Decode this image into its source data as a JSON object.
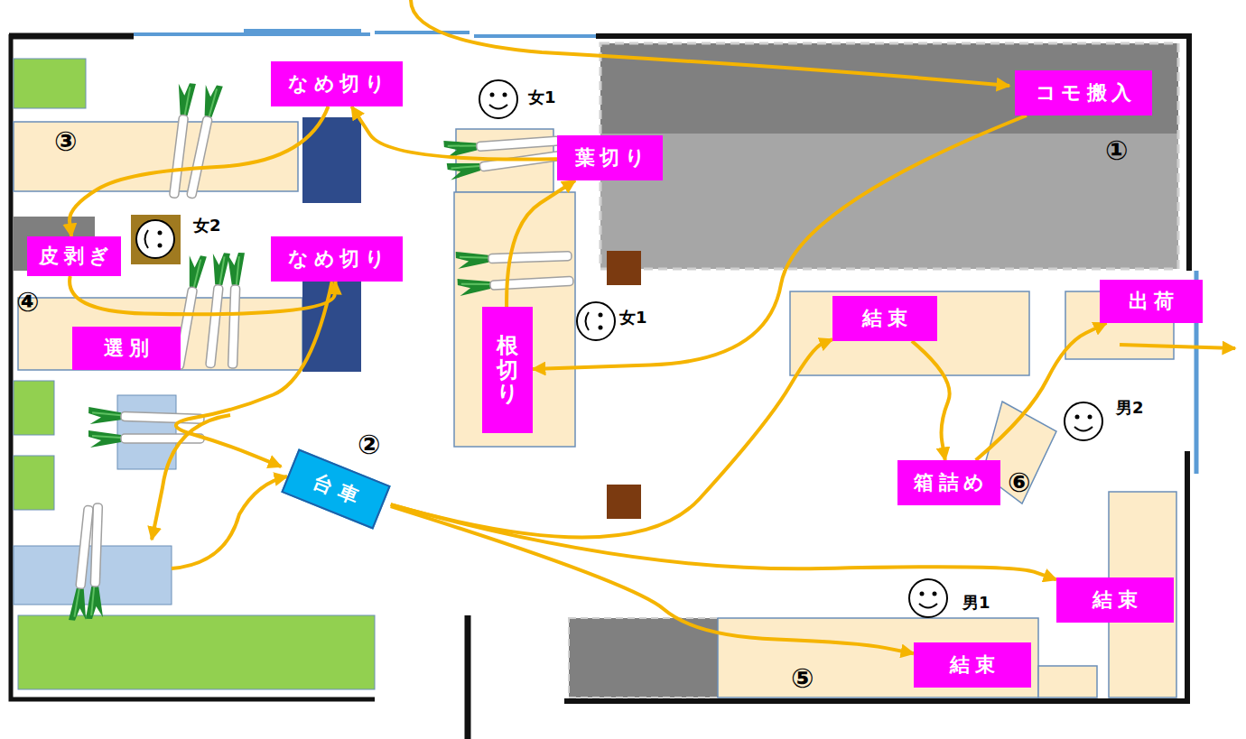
{
  "diagram": {
    "nodes": [
      {
        "text": [
          "なめ切り"
        ]
      },
      {
        "text": [
          "コモ搬入"
        ]
      },
      {
        "text": [
          "葉切り"
        ]
      },
      {
        "text": [
          "皮剥ぎ"
        ]
      },
      {
        "text": [
          "なめ切り"
        ]
      },
      {
        "text": [
          "出荷"
        ]
      },
      {
        "text": [
          "結束"
        ]
      },
      {
        "text": [
          "根切り"
        ]
      },
      {
        "text": [
          "選別"
        ]
      },
      {
        "text": [
          "箱詰め"
        ]
      },
      {
        "text": [
          "台車"
        ]
      },
      {
        "text": [
          "結束"
        ]
      },
      {
        "text": [
          "結束"
        ]
      }
    ],
    "edges": [
      {
        "from": 1,
        "to": 7,
        "arrow": "to"
      },
      {
        "from": 7,
        "to": 2,
        "arrow": "to"
      },
      {
        "from": 2,
        "to": 0,
        "arrow": "to"
      },
      {
        "from": 0,
        "to": 3,
        "arrow": "to"
      },
      {
        "from": 3,
        "to": 4,
        "arrow": "to"
      },
      {
        "from": 4,
        "to": 10,
        "arrow": "to"
      },
      {
        "from": 10,
        "to": 6,
        "arrow": "to"
      },
      {
        "from": 10,
        "to": 11,
        "arrow": "to"
      },
      {
        "from": 10,
        "to": 12,
        "arrow": "to"
      },
      {
        "from": 6,
        "to": 9,
        "arrow": "to"
      },
      {
        "from": 9,
        "to": 5,
        "arrow": "to"
      }
    ],
    "labels": [
      "女1",
      "①",
      "③",
      "女2",
      "④",
      "女1",
      "男2",
      "②",
      "⑥",
      "男1",
      "⑤"
    ]
  }
}
